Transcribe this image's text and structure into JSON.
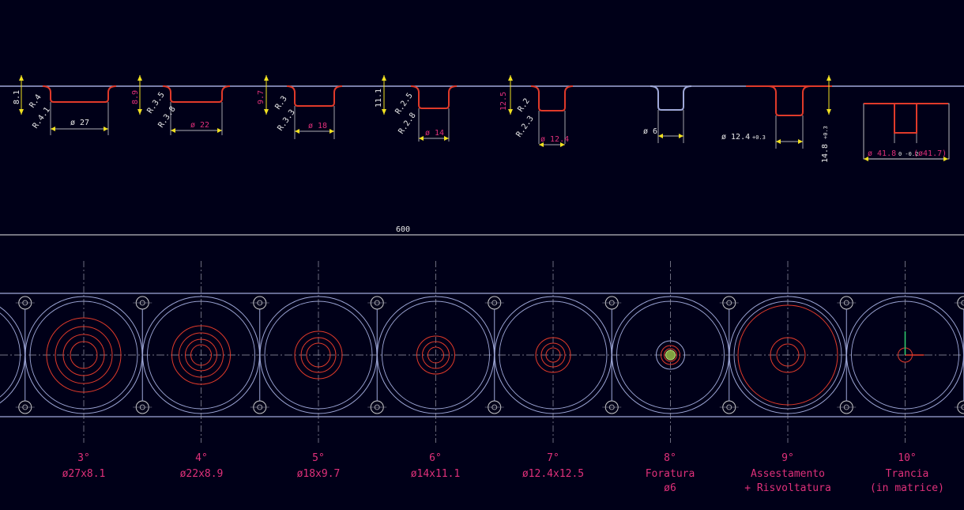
{
  "drawing": {
    "overall_dim": "600",
    "colors": {
      "background": "#000018",
      "strip": "#9fa8d8",
      "part": "#e03a2a",
      "dimension": "#e8e8e8",
      "dimension_red": "#e0307a",
      "arrow": "#f0e020",
      "centerline": "#9a9aaa",
      "pilot_hole": "#c8c8c8"
    }
  },
  "profile_dims": [
    {
      "h": "8.1",
      "r1": "R.4",
      "r2": "R.4.1",
      "d": "ø 27",
      "h_red": false,
      "d_red": false
    },
    {
      "h": "8.9",
      "r1": "R.3.5",
      "r2": "R.3.8",
      "d": "ø 22",
      "h_red": true,
      "d_red": true
    },
    {
      "h": "9.7",
      "r1": "R.3",
      "r2": "R.3.3",
      "d": "ø 18",
      "h_red": true,
      "d_red": true
    },
    {
      "h": "11.1",
      "r1": "R.2.5",
      "r2": "R.2.8",
      "d": "ø 14",
      "h_red": false,
      "d_red": true
    },
    {
      "h": "12.5",
      "r1": "R.2",
      "r2": "R.2.3",
      "d": "ø 12.4",
      "h_red": true,
      "d_red": true
    },
    {
      "h": "",
      "r1": "",
      "r2": "",
      "d": "ø 6",
      "h_red": false,
      "d_red": false
    },
    {
      "h": "14.8",
      "tol_h": "+0.3",
      "r1": "",
      "r2": "",
      "d": "ø 12.4",
      "tol_d": "+0.3",
      "h_red": false,
      "d_red": false
    },
    {
      "h": "",
      "r1": "",
      "r2": "",
      "d": "ø 41.8",
      "tol_d": "0 -0.2",
      "d2": "(ø41.7)",
      "h_red": false,
      "d_red": true
    }
  ],
  "stages": [
    {
      "num": "3°",
      "line2": "ø27x8.1",
      "line3": ""
    },
    {
      "num": "4°",
      "line2": "ø22x8.9",
      "line3": ""
    },
    {
      "num": "5°",
      "line2": "ø18x9.7",
      "line3": ""
    },
    {
      "num": "6°",
      "line2": "ø14x11.1",
      "line3": ""
    },
    {
      "num": "7°",
      "line2": "ø12.4x12.5",
      "line3": ""
    },
    {
      "num": "8°",
      "line2": "Foratura",
      "line3": "ø6"
    },
    {
      "num": "9°",
      "line2": "Assestamento",
      "line3": "+ Risvoltatura"
    },
    {
      "num": "10°",
      "line2": "Trancia",
      "line3": "(in matrice)"
    }
  ],
  "strip_stations": [
    {
      "circles": [
        47,
        36,
        26,
        17
      ]
    },
    {
      "circles": [
        37,
        28,
        20,
        13
      ]
    },
    {
      "circles": [
        30,
        22,
        15
      ]
    },
    {
      "circles": [
        24,
        17,
        10
      ]
    },
    {
      "circles": [
        22,
        15,
        9
      ]
    },
    {
      "circles": [
        12,
        8,
        5
      ]
    },
    {
      "circles": [
        63,
        22,
        14
      ]
    },
    {
      "circles": [
        9
      ]
    }
  ]
}
